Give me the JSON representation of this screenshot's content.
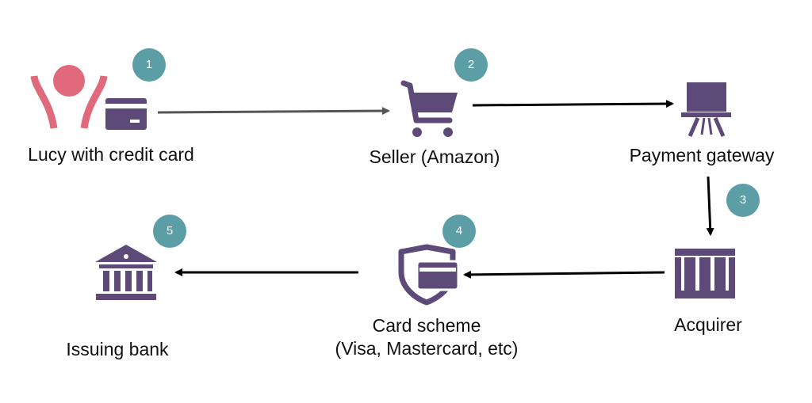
{
  "colors": {
    "icon": "#5e4a78",
    "person": "#e06a7c",
    "step_badge": "#5b9ea6",
    "arrow": "#000000",
    "arrow_first": "#555555"
  },
  "nodes": {
    "lucy": {
      "label": "Lucy with credit card",
      "icon": "person-with-credit-card-icon"
    },
    "seller": {
      "label": "Seller (Amazon)",
      "icon": "shopping-cart-icon"
    },
    "gateway": {
      "label": "Payment gateway",
      "icon": "payment-terminal-icon"
    },
    "acquirer": {
      "label": "Acquirer",
      "icon": "acquirer-building-icon"
    },
    "scheme": {
      "label_line1": "Card scheme",
      "label_line2": "(Visa, Mastercard, etc)",
      "icon": "shield-card-icon"
    },
    "issuing": {
      "label": "Issuing bank",
      "icon": "bank-icon"
    }
  },
  "steps": [
    "1",
    "2",
    "3",
    "4",
    "5"
  ]
}
